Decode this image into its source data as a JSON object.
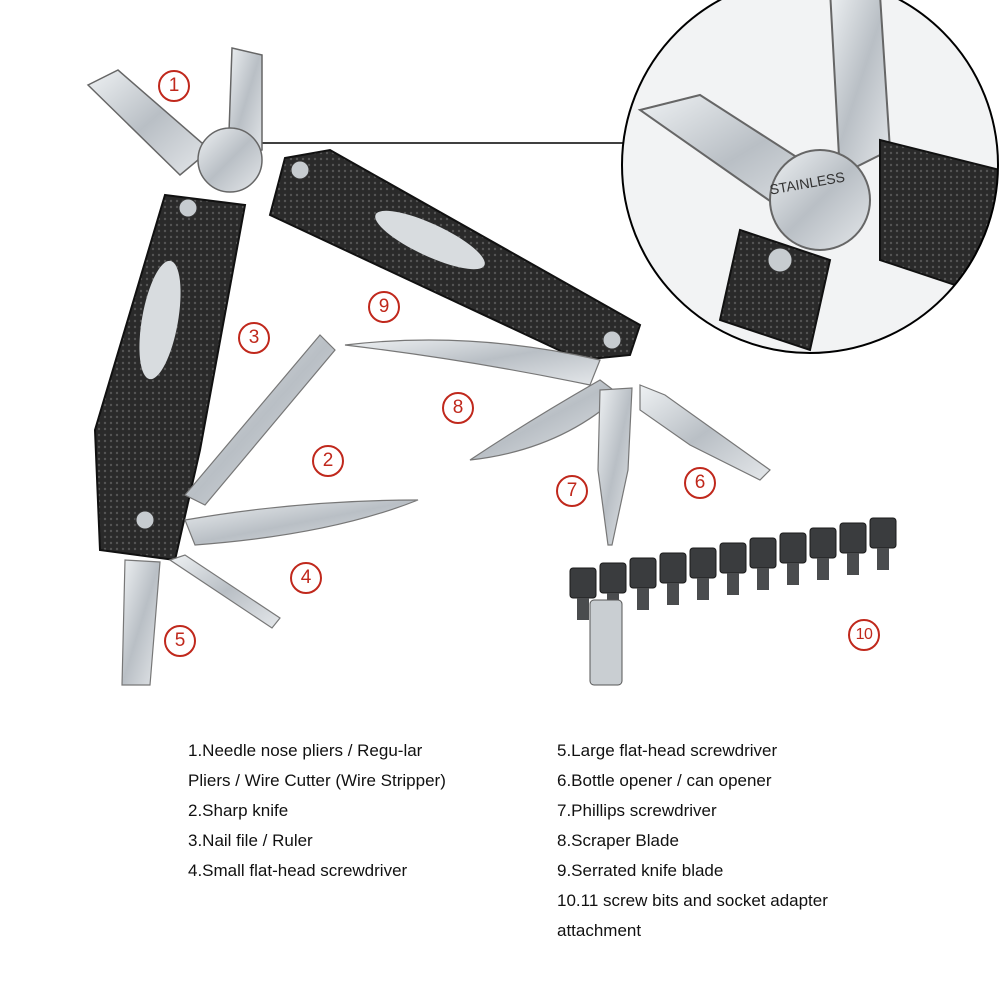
{
  "callouts": [
    "1",
    "2",
    "3",
    "4",
    "5",
    "6",
    "7",
    "8",
    "9",
    "10"
  ],
  "legend_left": [
    "1.Needle nose pliers / Regu-lar Pliers / Wire Cutter (Wire Stripper)",
    "2.Sharp knife",
    "3.Nail file / Ruler",
    "4.Small flat-head screwdriver"
  ],
  "legend_right": [
    "5.Large flat-head screwdriver",
    "6.Bottle opener / can opener",
    "7.Phillips screwdriver",
    "8.Scraper Blade",
    "9.Serrated knife blade",
    "10.11 screw bits and socket adapter attachment"
  ],
  "engraving": "STAINLESS",
  "colors": {
    "callout": "#c0281c",
    "handle": "#2a2a2a",
    "steel": "#c8cdd2",
    "text": "#111111"
  }
}
